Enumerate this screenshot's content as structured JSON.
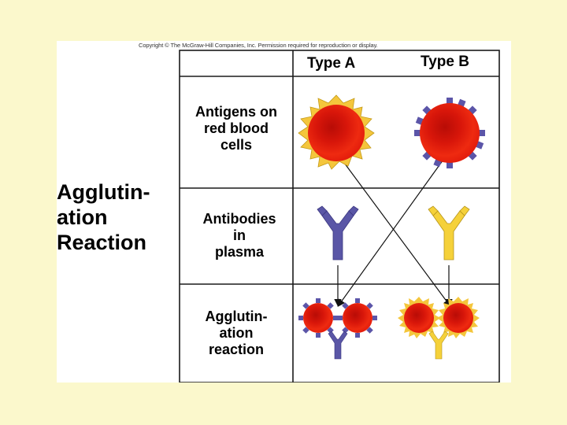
{
  "copyright": "Copyright © The McGraw-Hill Companies, Inc. Permission required for reproduction or display.",
  "title": {
    "line1": "Agglutin-",
    "line2": "ation",
    "line3": "Reaction"
  },
  "columns": {
    "type_a": "Type A",
    "type_b": "Type B"
  },
  "rows": {
    "antigens": {
      "line1": "Antigens on",
      "line2": "red blood",
      "line3": "cells"
    },
    "antibodies": {
      "line1": "Antibodies",
      "line2": "in",
      "line3": "plasma"
    },
    "agglutination": {
      "line1": "Agglutin-",
      "line2": "ation",
      "line3": "reaction"
    }
  },
  "colors": {
    "background": "#fbf8cc",
    "cell_red": "#e81a0c",
    "antigen_a_yellow": "#f4c63c",
    "antigen_b_purple": "#5b55a8",
    "antibody_purple": "#5a56a6",
    "antibody_yellow": "#f5d13a"
  },
  "icons": [
    "red-blood-cell-type-a",
    "red-blood-cell-type-b",
    "anti-b-antibody-icon",
    "anti-a-antibody-icon",
    "crossing-arrows"
  ]
}
